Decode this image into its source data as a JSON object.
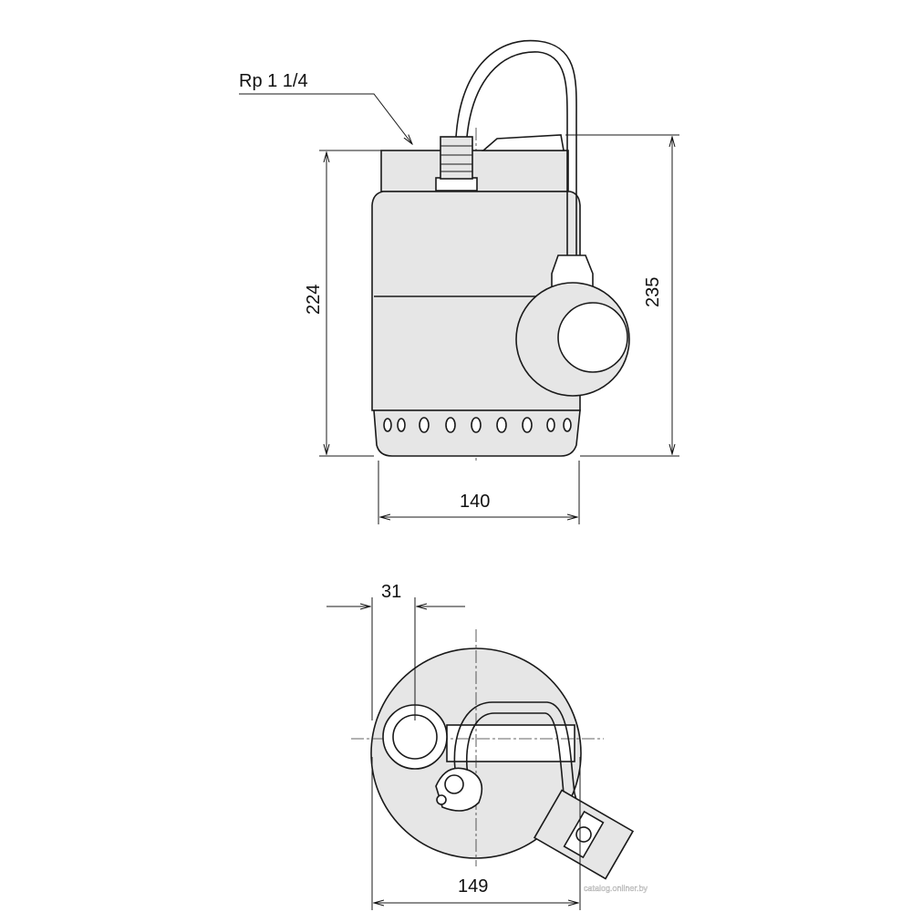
{
  "drawing": {
    "thread_label": "Rp 1 1/4",
    "dimensions": {
      "height_body": "224",
      "height_total": "235",
      "width_side": "140",
      "offset_top": "31",
      "width_top": "149"
    },
    "watermark": "catalog.onliner.by"
  }
}
